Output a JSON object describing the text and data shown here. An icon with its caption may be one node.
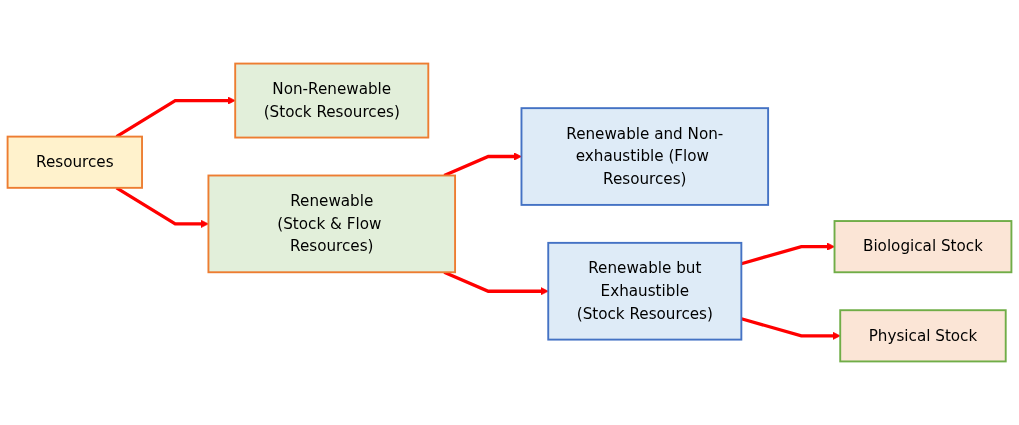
{
  "diagram": {
    "nodes": [
      {
        "text": [
          "Resources"
        ]
      },
      {
        "text": [
          "Non-Renewable",
          "(Stock Resources)"
        ]
      },
      {
        "text": [
          "Renewable",
          "(Stock & Flow Resources)"
        ]
      },
      {
        "text": [
          "Renewable and Non-exhaustible (Flow Resources)"
        ]
      },
      {
        "text": [
          "Renewable but",
          "Exhaustible",
          "(Stock Resources)"
        ]
      },
      {
        "text": [
          "Biological Stock"
        ]
      },
      {
        "text": [
          "Physical Stock"
        ]
      }
    ],
    "edges": [
      {
        "from": 0,
        "to": 1,
        "arrow": "to"
      },
      {
        "from": 0,
        "to": 2,
        "arrow": "to"
      },
      {
        "from": 2,
        "to": 3,
        "arrow": "to"
      },
      {
        "from": 2,
        "to": 4,
        "arrow": "to"
      },
      {
        "from": 4,
        "to": 5,
        "arrow": "to"
      },
      {
        "from": 4,
        "to": 6,
        "arrow": "to"
      }
    ]
  }
}
